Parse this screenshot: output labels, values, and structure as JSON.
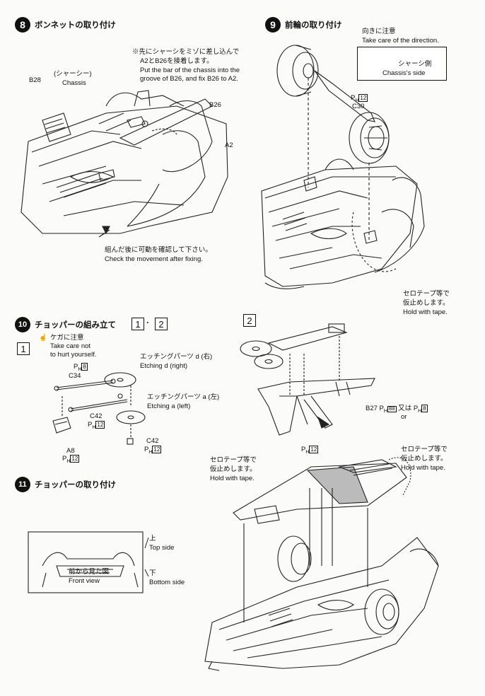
{
  "step8": {
    "num": "8",
    "title": "ボンネットの取り付け",
    "note_jp1": "※先にシャーシをミゾに差し込んで",
    "note_jp2": "A2とB26を接着します。",
    "note_en1": "Put the bar of the chassis into the",
    "note_en2": "groove of B26, and fix B26 to A2.",
    "b28_part": "B28",
    "b28_jp": "(シャーシー)",
    "b28_en": "Chassis",
    "b26": "B26",
    "a2": "A2",
    "check_jp": "組んだ後に可動を確認して下さい。",
    "check_en": "Check the movement after fixing."
  },
  "step9": {
    "num": "9",
    "title": "前輪の取り付け",
    "dir_jp": "向きに注意",
    "dir_en": "Take care of the direction.",
    "side_jp": "シャーシ側",
    "side_en": "Chassis's side",
    "ph_num": "12",
    "c30": "C30",
    "tape_jp1": "セロテープ等で",
    "tape_jp2": "仮止めします。",
    "tape_en": "Hold with tape."
  },
  "step10": {
    "num": "10",
    "title": "チョッパーの組み立て",
    "box1": "1",
    "dot": "・",
    "box2": "2",
    "caution_jp": "ケガに注意",
    "caution_en1": "Take care not",
    "caution_en2": "to hurt yourself.",
    "ph8": "8",
    "c34": "C34",
    "etch_d_jp": "エッチングパーツ d (右)",
    "etch_d_en": "Etching d (right)",
    "etch_a_jp": "エッチングパーツ a (左)",
    "etch_a_en": "Etching a (left)",
    "c42a": "C42",
    "ph12a": "12",
    "c42b": "C42",
    "ph12b": "12",
    "a8": "A8",
    "ph12c": "12",
    "b27": "B27",
    "ph_b8": "B8",
    "or_jp": "又は",
    "or_en": "or",
    "ph8b": "8"
  },
  "step11": {
    "num": "11",
    "title": "チョッパーの取り付け",
    "tape_jp1": "セロテープ等で",
    "tape_jp2": "仮止めします。",
    "tape_en": "Hold with tape.",
    "ph_num": "12",
    "tape2_jp1": "セロテープ等で",
    "tape2_jp2": "仮止めします。",
    "tape2_en": "Hold with tape.",
    "top_jp": "上",
    "top_en": "Top side",
    "front_jp": "前から見た図",
    "front_en": "Front view",
    "bottom_jp": "下",
    "bottom_en": "Bottom side"
  },
  "ph_prefix": "P",
  "ph_sub": "H"
}
